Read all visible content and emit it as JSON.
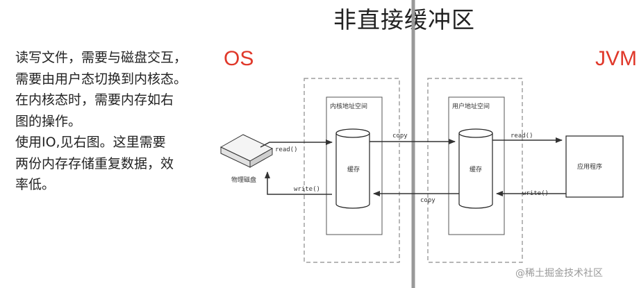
{
  "title": "非直接缓冲区",
  "description_lines": [
    "读写文件，需要与磁盘交互，",
    "需要由用户态切换到内核态。",
    "在内核态时，需要内存如右",
    "图的操作。",
    "使用IO,见右图。这里需要",
    "两份内存存储重复数据，效",
    "率低。"
  ],
  "labels": {
    "os": "OS",
    "jvm": "JVM"
  },
  "diagram": {
    "disk": "物理磁盘",
    "kernel_space": "内核地址空间",
    "user_space": "用户地址空间",
    "kernel_cache": "缓存",
    "user_cache": "缓存",
    "app": "应用程序",
    "read_left": "read()",
    "write_left": "write()",
    "copy_top": "copy",
    "copy_bottom": "copy",
    "read_right": "read()",
    "write_right": "write()"
  },
  "watermark": "@稀土掘金技术社区",
  "colors": {
    "accent_red": "#e0382a",
    "divider": "#999999",
    "dashed_border": "#8a8a8a"
  }
}
